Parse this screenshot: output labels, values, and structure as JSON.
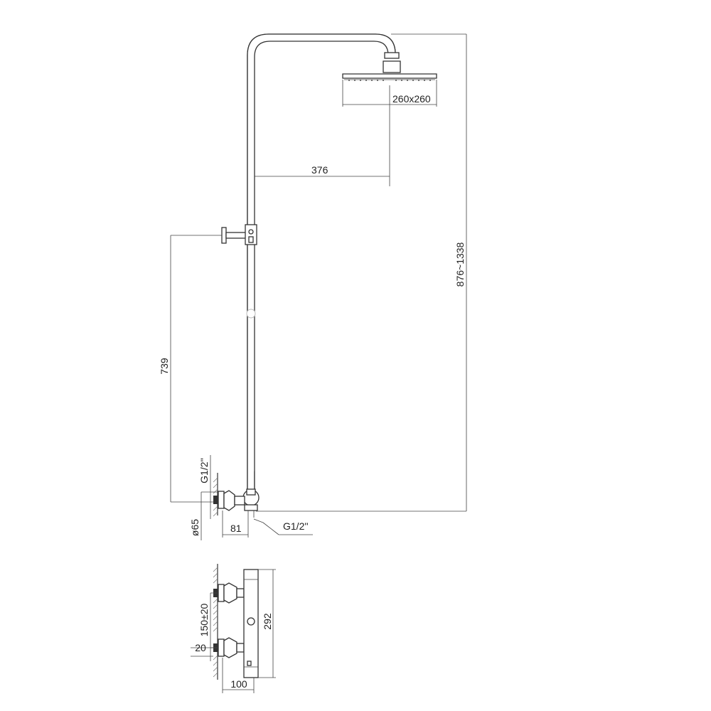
{
  "labels": {
    "showerhead_size": "260x260",
    "arm_reach": "376",
    "total_height": "876~1338",
    "outlet_height": "739",
    "inlet_thread": "G1/2''",
    "outlet_thread": "G1/2''",
    "flange_diameter": "ø65",
    "projection": "81",
    "mixer_height": "292",
    "inlet_spacing": "150±20",
    "inlet_offset": "20",
    "mixer_depth": "100"
  }
}
